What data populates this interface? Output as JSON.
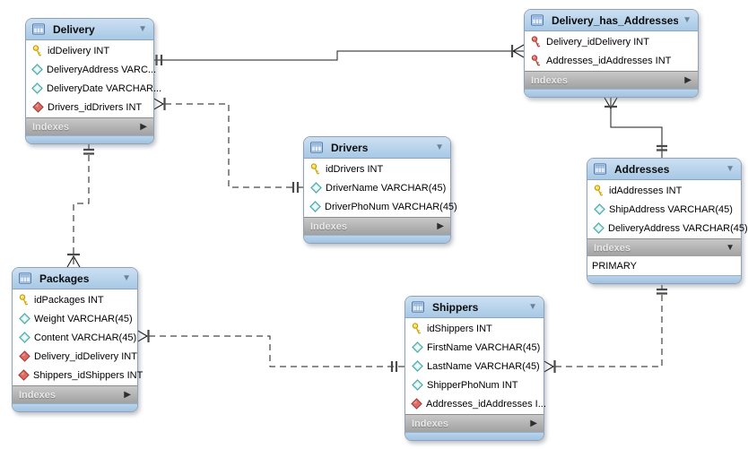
{
  "diagram": {
    "icons": {
      "header_collapse": "▼",
      "indexes_collapsed": "▶",
      "indexes_expanded": "▼"
    },
    "colors": {
      "header_blue": "#b3d0ea",
      "footer_gray": "#b5b5b5",
      "body": "#ffffff",
      "bottom_bar_blue": "#aecbe6",
      "pk_icon": "#ffdf4d",
      "fk_icon": "#dd6b62",
      "nullable_icon": "#4aa8a8",
      "line": "#1b1b1b"
    },
    "tables": [
      {
        "title": "Delivery",
        "footer_label": "Indexes",
        "footer_state": "collapsed",
        "columns": [
          {
            "icon": "key-yellow",
            "label": "idDelivery INT"
          },
          {
            "icon": "diamond-teal",
            "label": "DeliveryAddress VARC..."
          },
          {
            "icon": "diamond-teal",
            "label": "DeliveryDate VARCHAR..."
          },
          {
            "icon": "diamond-red",
            "label": "Drivers_idDrivers INT"
          }
        ]
      },
      {
        "title": "Delivery_has_Addresses",
        "footer_label": "Indexes",
        "footer_state": "collapsed",
        "columns": [
          {
            "icon": "key-red",
            "label": "Delivery_idDelivery INT"
          },
          {
            "icon": "key-red",
            "label": "Addresses_idAddresses INT"
          }
        ]
      },
      {
        "title": "Drivers",
        "footer_label": "Indexes",
        "footer_state": "collapsed",
        "columns": [
          {
            "icon": "key-yellow",
            "label": "idDrivers INT"
          },
          {
            "icon": "diamond-teal",
            "label": "DriverName VARCHAR(45)"
          },
          {
            "icon": "diamond-teal",
            "label": "DriverPhoNum VARCHAR(45)"
          }
        ]
      },
      {
        "title": "Addresses",
        "footer_label": "Indexes",
        "footer_state": "expanded",
        "columns": [
          {
            "icon": "key-yellow",
            "label": "idAddresses INT"
          },
          {
            "icon": "diamond-teal",
            "label": "ShipAddress VARCHAR(45)"
          },
          {
            "icon": "diamond-teal",
            "label": "DeliveryAddress VARCHAR(45)"
          }
        ],
        "indexes": [
          "PRIMARY"
        ]
      },
      {
        "title": "Packages",
        "footer_label": "Indexes",
        "footer_state": "collapsed",
        "columns": [
          {
            "icon": "key-yellow",
            "label": "idPackages INT"
          },
          {
            "icon": "diamond-teal",
            "label": "Weight VARCHAR(45)"
          },
          {
            "icon": "diamond-teal",
            "label": "Content VARCHAR(45)"
          },
          {
            "icon": "diamond-red",
            "label": "Delivery_idDelivery INT"
          },
          {
            "icon": "diamond-red",
            "label": "Shippers_idShippers INT"
          }
        ]
      },
      {
        "title": "Shippers",
        "footer_label": "Indexes",
        "footer_state": "collapsed",
        "columns": [
          {
            "icon": "key-yellow",
            "label": "idShippers INT"
          },
          {
            "icon": "diamond-teal",
            "label": "FirstName VARCHAR(45)"
          },
          {
            "icon": "diamond-teal",
            "label": "LastName VARCHAR(45)"
          },
          {
            "icon": "diamond-teal",
            "label": "ShipperPhoNum INT"
          },
          {
            "icon": "diamond-red",
            "label": "Addresses_idAddresses I..."
          }
        ]
      }
    ],
    "relationships": [
      {
        "one": "Delivery",
        "many": "Delivery_has_Addresses",
        "style": "identifying-solid"
      },
      {
        "one": "Drivers",
        "many": "Delivery",
        "style": "non-identifying-dashed"
      },
      {
        "one": "Delivery",
        "many": "Packages",
        "style": "non-identifying-dashed"
      },
      {
        "one": "Addresses",
        "many": "Delivery_has_Addresses",
        "style": "identifying-solid"
      },
      {
        "one": "Shippers",
        "many": "Packages",
        "style": "non-identifying-dashed"
      },
      {
        "one": "Addresses",
        "many": "Shippers",
        "style": "non-identifying-dashed"
      }
    ]
  }
}
